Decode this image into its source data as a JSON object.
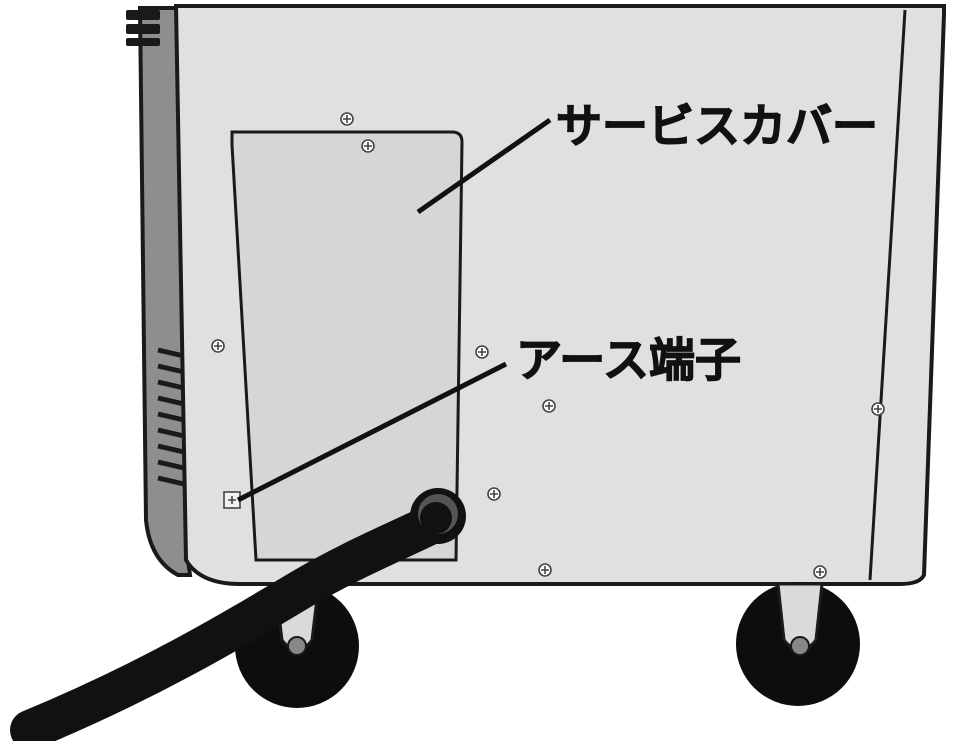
{
  "callouts": {
    "service_cover": "サービスカバー",
    "earth_terminal": "アース端子"
  },
  "colors": {
    "panel": "#e0e0e0",
    "cover": "#d6d6d6",
    "side_panel": "#8e8e8e",
    "outline": "#1a1a1a",
    "cord": "#111111",
    "wheel": "#0d0d0d"
  },
  "icons": [
    "screw-icon",
    "wheel-icon",
    "power-cord"
  ]
}
